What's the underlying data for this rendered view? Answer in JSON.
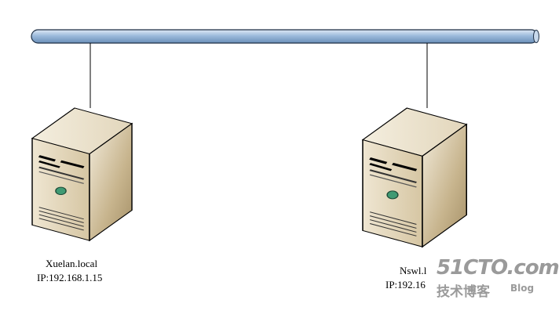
{
  "servers": [
    {
      "name": "Xuelan.local",
      "ip": "IP:192.168.1.15"
    },
    {
      "name": "Nswl.l",
      "ip": "IP:192.16"
    }
  ],
  "watermark": {
    "site": "51CTO.com",
    "tagline": "技术博客",
    "blog": "Blog"
  },
  "colors": {
    "bus": "#8fb0d4",
    "server_body": "#ddd0b2",
    "server_shadow": "#b9a681"
  }
}
